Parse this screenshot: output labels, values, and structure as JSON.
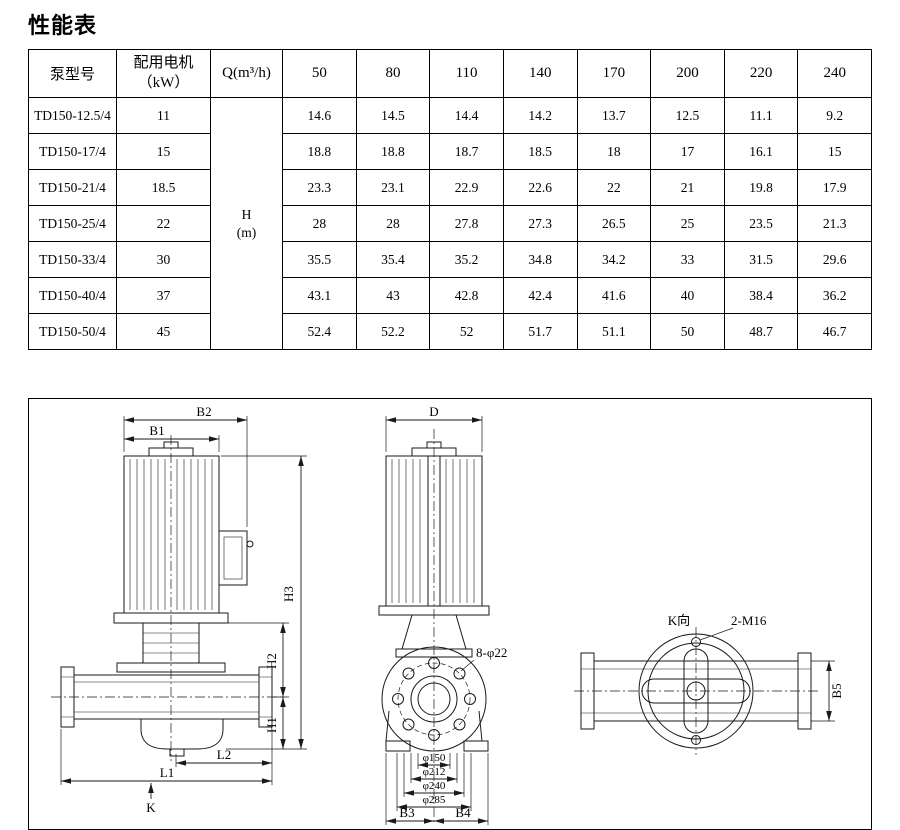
{
  "page": {
    "title": "性能表"
  },
  "table": {
    "headers": {
      "model": "泵型号",
      "motor": "配用电机\n（kW）",
      "q": "Q(m³/h)",
      "flows": [
        "50",
        "80",
        "110",
        "140",
        "170",
        "200",
        "220",
        "240"
      ]
    },
    "h_unit": "H\n(m)",
    "rows": [
      {
        "model": "TD150-12.5/4",
        "power": "11",
        "values": [
          "14.6",
          "14.5",
          "14.4",
          "14.2",
          "13.7",
          "12.5",
          "11.1",
          "9.2"
        ]
      },
      {
        "model": "TD150-17/4",
        "power": "15",
        "values": [
          "18.8",
          "18.8",
          "18.7",
          "18.5",
          "18",
          "17",
          "16.1",
          "15"
        ]
      },
      {
        "model": "TD150-21/4",
        "power": "18.5",
        "values": [
          "23.3",
          "23.1",
          "22.9",
          "22.6",
          "22",
          "21",
          "19.8",
          "17.9"
        ]
      },
      {
        "model": "TD150-25/4",
        "power": "22",
        "values": [
          "28",
          "28",
          "27.8",
          "27.3",
          "26.5",
          "25",
          "23.5",
          "21.3"
        ]
      },
      {
        "model": "TD150-33/4",
        "power": "30",
        "values": [
          "35.5",
          "35.4",
          "35.2",
          "34.8",
          "34.2",
          "33",
          "31.5",
          "29.6"
        ]
      },
      {
        "model": "TD150-40/4",
        "power": "37",
        "values": [
          "43.1",
          "43",
          "42.8",
          "42.4",
          "41.6",
          "40",
          "38.4",
          "36.2"
        ]
      },
      {
        "model": "TD150-50/4",
        "power": "45",
        "values": [
          "52.4",
          "52.2",
          "52",
          "51.7",
          "51.1",
          "50",
          "48.7",
          "46.7"
        ]
      }
    ]
  },
  "drawing": {
    "side": {
      "b1": "B1",
      "b2": "B2",
      "h1": "H1",
      "h2": "H2",
      "h3": "H3",
      "l1": "L1",
      "l2": "L2",
      "k": "K"
    },
    "front": {
      "d": "D",
      "bolt": "8-φ22",
      "phi150": "φ150",
      "phi212": "φ212",
      "phi240": "φ240",
      "phi285": "φ285",
      "b3": "B3",
      "b4": "B4"
    },
    "top": {
      "k_dir": "K向",
      "bolts": "2-M16",
      "b5": "B5"
    }
  }
}
